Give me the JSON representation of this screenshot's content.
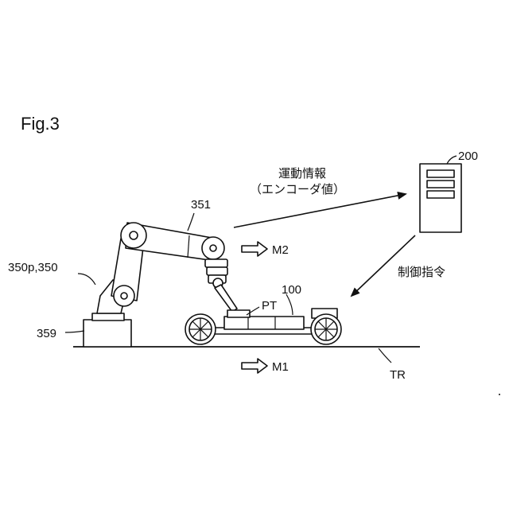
{
  "figure": {
    "title": "Fig.3",
    "labels": {
      "arm": "351",
      "robot": "350p,350",
      "base": "359",
      "vehicle": "100",
      "part": "PT",
      "controller": "200",
      "track": "TR",
      "m1": "M1",
      "m2": "M2"
    },
    "messages": {
      "motion_line1": "運動情報",
      "motion_line2": "（エンコーダ値）",
      "control": "制御指令"
    }
  }
}
